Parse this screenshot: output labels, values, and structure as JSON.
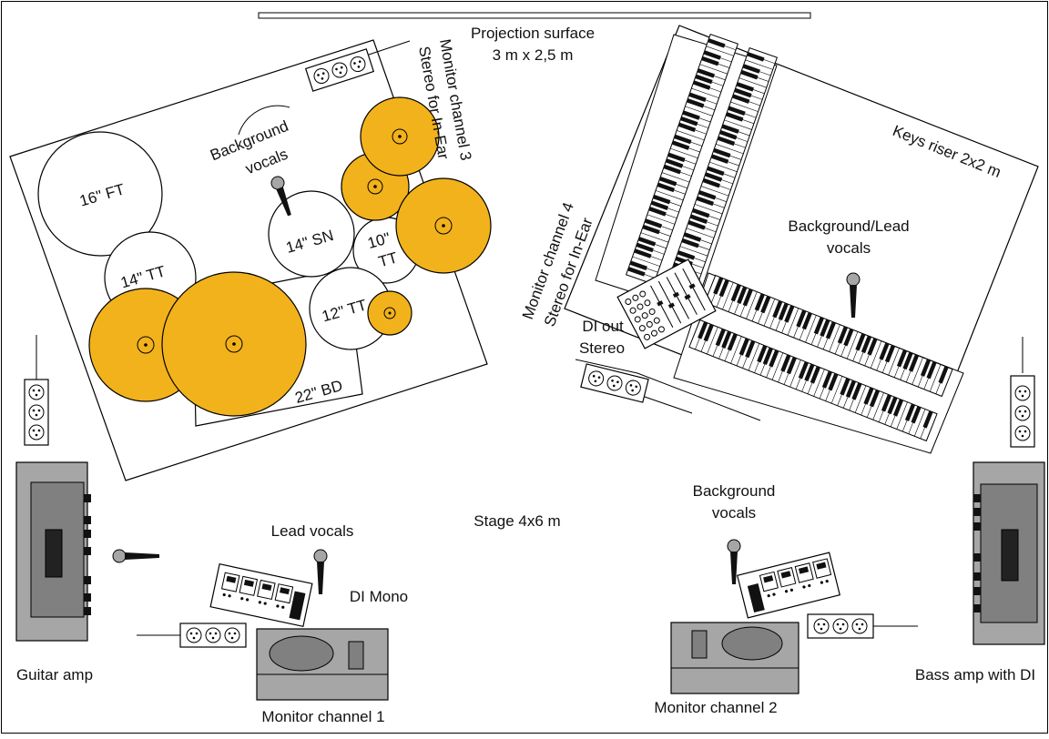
{
  "diagram": {
    "title": "Stage 4x6 m",
    "projection": {
      "line1": "Projection surface",
      "line2": "3 m x 2,5 m"
    },
    "drums": {
      "ft16": "16\" FT",
      "tt14": "14\" TT",
      "sn14": "14\" SN",
      "tt10_line1": "10\"",
      "tt10_line2": "TT",
      "tt12": "12\" TT",
      "bd22": "22\" BD",
      "bg_vocals_line1": "Background",
      "bg_vocals_line2": "vocals",
      "monitor3_line1": "Monitor channel 3",
      "monitor3_line2": "Stereo for In-Ear"
    },
    "keys": {
      "riser": "Keys riser 2x2 m",
      "vocals_line1": "Background/Lead",
      "vocals_line2": "vocals",
      "di_line1": "DI out",
      "di_line2": "Stereo",
      "monitor4_line1": "Monitor channel 4",
      "monitor4_line2": "Stereo for In-Ear"
    },
    "front": {
      "lead_vocals": "Lead vocals",
      "di_mono": "DI Mono",
      "bg_vocals_line1": "Background",
      "bg_vocals_line2": "vocals",
      "monitor1": "Monitor channel 1",
      "monitor2": "Monitor channel 2",
      "guitar_amp": "Guitar amp",
      "bass_amp": "Bass amp with DI"
    },
    "colors": {
      "cymbal": "#f2b21b",
      "equipment": "#a6a6a6",
      "equipment_dark": "#808080",
      "mic": "#111111",
      "outline": "#000000"
    }
  }
}
